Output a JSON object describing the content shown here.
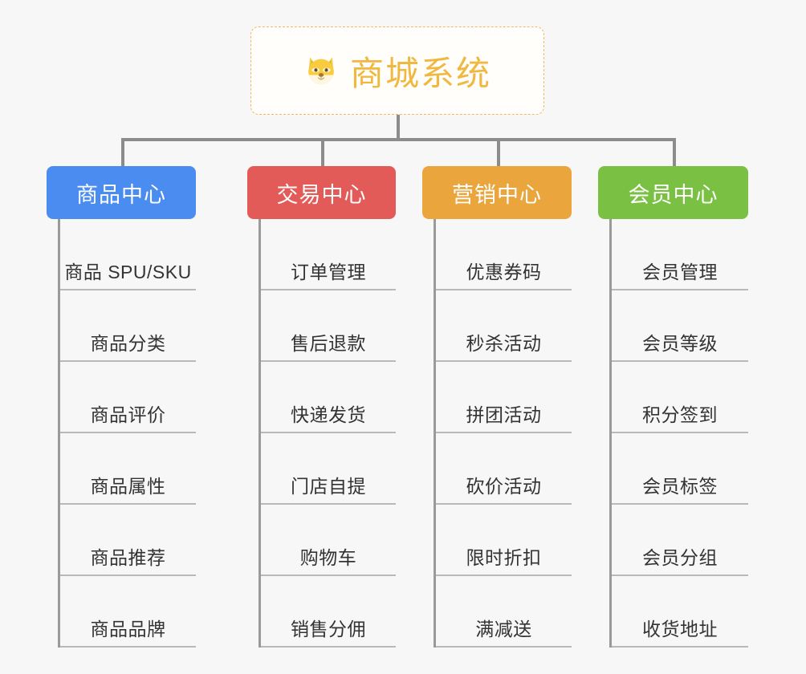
{
  "canvas": {
    "background_color": "#f7f7f7",
    "line_color": "#8c8c8c"
  },
  "root": {
    "title": "商城系统",
    "icon": "dog-face-emoji",
    "text_color": "#f0b840",
    "border_color": "#efb962",
    "background_color": "#fffefb"
  },
  "categories": [
    {
      "label": "商品中心",
      "color": "#4a8cf0",
      "items": [
        "商品 SPU/SKU",
        "商品分类",
        "商品评价",
        "商品属性",
        "商品推荐",
        "商品品牌"
      ]
    },
    {
      "label": "交易中心",
      "color": "#e35b58",
      "items": [
        "订单管理",
        "售后退款",
        "快递发货",
        "门店自提",
        "购物车",
        "销售分佣"
      ]
    },
    {
      "label": "营销中心",
      "color": "#eaa63c",
      "items": [
        "优惠券码",
        "秒杀活动",
        "拼团活动",
        "砍价活动",
        "限时折扣",
        "满减送"
      ]
    },
    {
      "label": "会员中心",
      "color": "#7ac143",
      "items": [
        "会员管理",
        "会员等级",
        "积分签到",
        "会员标签",
        "会员分组",
        "收货地址"
      ]
    }
  ]
}
